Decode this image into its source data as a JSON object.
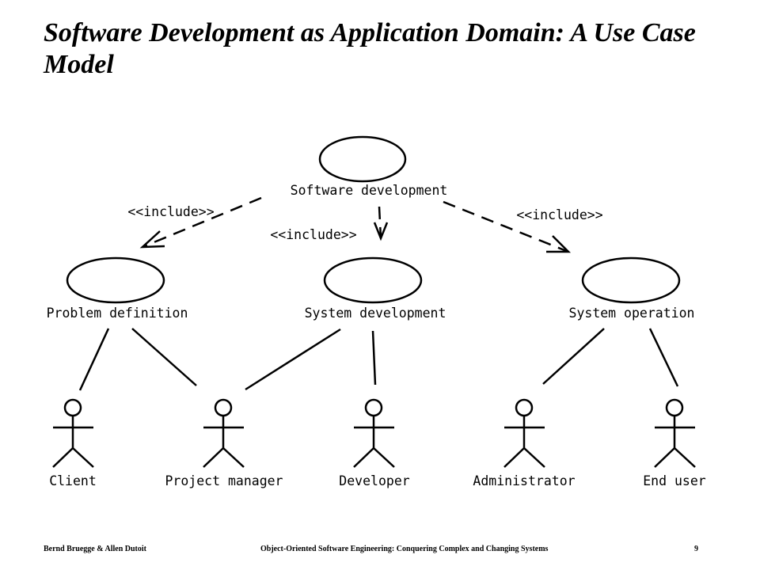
{
  "title": "Software Development as Application Domain: A Use Case Model",
  "diagram": {
    "use_cases": {
      "software_development": "Software development",
      "problem_definition": "Problem definition",
      "system_development": "System development",
      "system_operation": "System operation"
    },
    "include_labels": {
      "left": "<<include>>",
      "center": "<<include>>",
      "right": "<<include>>"
    },
    "actors": {
      "client": "Client",
      "project_manager": "Project manager",
      "developer": "Developer",
      "administrator": "Administrator",
      "end_user": "End user"
    }
  },
  "footer": {
    "authors": "Bernd Bruegge & Allen Dutoit",
    "book_title": "Object-Oriented Software Engineering: Conquering Complex and Changing Systems",
    "page_number": "9"
  }
}
